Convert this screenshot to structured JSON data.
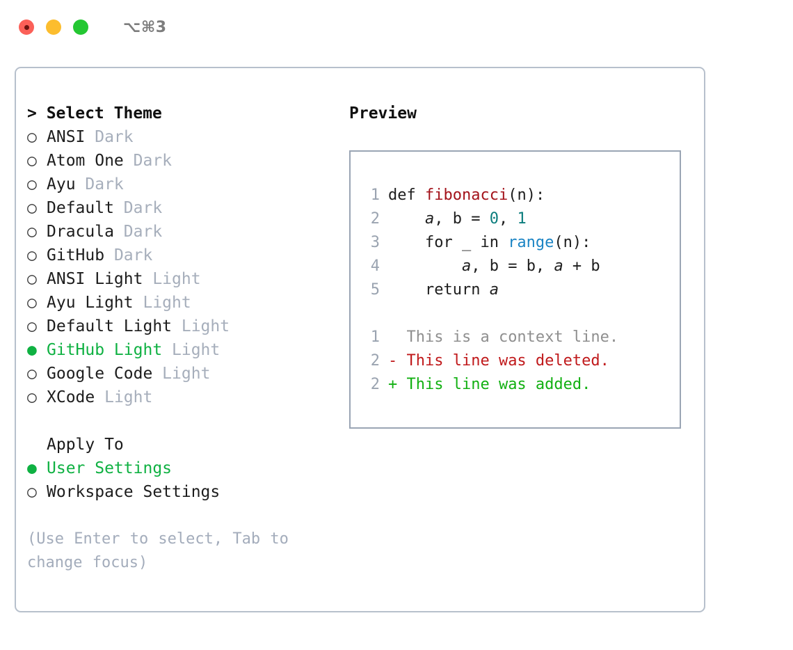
{
  "titlebar": {
    "shortcut": "⌥⌘3",
    "lights": [
      {
        "name": "close",
        "color": "#fb6058"
      },
      {
        "name": "minimize",
        "color": "#fcbd2e"
      },
      {
        "name": "maximize",
        "color": "#24c732"
      }
    ]
  },
  "theme_list": {
    "header": "> Select Theme",
    "items": [
      {
        "marker": "○",
        "name": "ANSI",
        "variant": "Dark",
        "selected": false
      },
      {
        "marker": "○",
        "name": "Atom One",
        "variant": "Dark",
        "selected": false
      },
      {
        "marker": "○",
        "name": "Ayu",
        "variant": "Dark",
        "selected": false
      },
      {
        "marker": "○",
        "name": "Default",
        "variant": "Dark",
        "selected": false
      },
      {
        "marker": "○",
        "name": "Dracula",
        "variant": "Dark",
        "selected": false
      },
      {
        "marker": "○",
        "name": "GitHub",
        "variant": "Dark",
        "selected": false
      },
      {
        "marker": "○",
        "name": "ANSI Light",
        "variant": "Light",
        "selected": false
      },
      {
        "marker": "○",
        "name": "Ayu Light",
        "variant": "Light",
        "selected": false
      },
      {
        "marker": "○",
        "name": "Default Light",
        "variant": "Light",
        "selected": false
      },
      {
        "marker": "●",
        "name": "GitHub Light",
        "variant": "Light",
        "selected": true
      },
      {
        "marker": "○",
        "name": "Google Code",
        "variant": "Light",
        "selected": false
      },
      {
        "marker": "○",
        "name": "XCode",
        "variant": "Light",
        "selected": false
      }
    ]
  },
  "apply_to": {
    "header": "Apply To",
    "items": [
      {
        "marker": "●",
        "name": "User Settings",
        "selected": true
      },
      {
        "marker": "○",
        "name": "Workspace Settings",
        "selected": false
      }
    ]
  },
  "hint": "(Use Enter to select, Tab to change focus)",
  "preview": {
    "title": "Preview",
    "code_lines": [
      {
        "number": "1",
        "tokens": [
          {
            "text": "def ",
            "type": "def"
          },
          {
            "text": "fibonacci",
            "type": "func"
          },
          {
            "text": "(n):",
            "type": "plain"
          }
        ]
      },
      {
        "number": "2",
        "tokens": [
          {
            "text": "    ",
            "type": "plain"
          },
          {
            "text": "a",
            "type": "var"
          },
          {
            "text": ", ",
            "type": "plain"
          },
          {
            "text": "b",
            "type": "plain"
          },
          {
            "text": " = ",
            "type": "plain"
          },
          {
            "text": "0",
            "type": "num"
          },
          {
            "text": ", ",
            "type": "plain"
          },
          {
            "text": "1",
            "type": "num"
          }
        ]
      },
      {
        "number": "3",
        "tokens": [
          {
            "text": "    for _ in ",
            "type": "plain"
          },
          {
            "text": "range",
            "type": "builtin"
          },
          {
            "text": "(n):",
            "type": "plain"
          }
        ]
      },
      {
        "number": "4",
        "tokens": [
          {
            "text": "        ",
            "type": "plain"
          },
          {
            "text": "a",
            "type": "var"
          },
          {
            "text": ", b = b, ",
            "type": "plain"
          },
          {
            "text": "a",
            "type": "var"
          },
          {
            "text": " + b",
            "type": "plain"
          }
        ]
      },
      {
        "number": "5",
        "tokens": [
          {
            "text": "    return ",
            "type": "plain"
          },
          {
            "text": "a",
            "type": "var"
          }
        ]
      }
    ],
    "diff_lines": [
      {
        "number": "1",
        "sign": " ",
        "text": " This is a context line.",
        "kind": "context"
      },
      {
        "number": "2",
        "sign": "-",
        "text": " This line was deleted.",
        "kind": "deleted"
      },
      {
        "number": "2",
        "sign": "+",
        "text": " This line was added.",
        "kind": "added"
      }
    ]
  },
  "colors": {
    "accent_green": "#0fb142",
    "diff_added": "#12b012",
    "diff_deleted": "#c0191b",
    "diff_context": "#8f8f8f",
    "muted": "#a6aebb",
    "border": "#b7c0cc",
    "preview_border": "#9aa5b4"
  }
}
